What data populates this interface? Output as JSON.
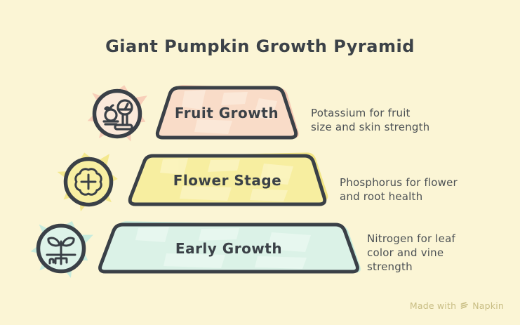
{
  "title": "Giant Pumpkin Growth Pyramid",
  "tiers": [
    {
      "label": "Fruit Growth",
      "description": "Potassium for fruit\nsize and skin strength",
      "icon": "scale-with-fruit-icon",
      "fill": "#F9DCC8",
      "fill_light": "#FCEBDB",
      "underlay": "#F6C9B2"
    },
    {
      "label": "Flower Stage",
      "description": "Phosphorus for flower\nand root health",
      "icon": "flower-icon",
      "fill": "#F7EEA0",
      "fill_light": "#FBF5C2",
      "underlay": "#F2E583"
    },
    {
      "label": "Early Growth",
      "description": "Nitrogen for leaf\ncolor and vine\nstrength",
      "icon": "seedling-icon",
      "fill": "#DBF2E7",
      "fill_light": "#EAF9F1",
      "underlay": "#C6EBDB"
    }
  ],
  "colors": {
    "background": "#FBF5D5",
    "outline": "#3A4047",
    "title_text": "#3C4248",
    "description_text": "#4B5054",
    "watermark": "#C8BD83"
  },
  "watermark": {
    "prefix": "Made with",
    "brand": "Napkin"
  }
}
